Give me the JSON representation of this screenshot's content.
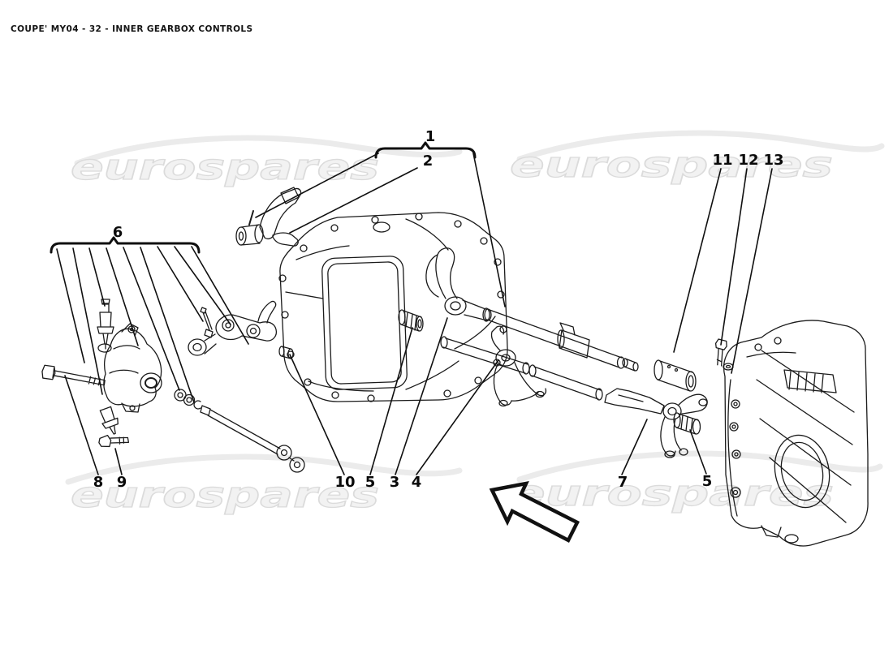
{
  "header": {
    "title": "COUPE' MY04 - 32 - INNER GEARBOX CONTROLS"
  },
  "watermark": {
    "text": "eurospares"
  },
  "callouts": {
    "c1": "1",
    "c2": "2",
    "c3": "3",
    "c4": "4",
    "c5_left": "5",
    "c5_right": "5",
    "c6": "6",
    "c7": "7",
    "c8": "8",
    "c9": "9",
    "c10": "10",
    "c11": "11",
    "c12": "12",
    "c13": "13"
  },
  "colors": {
    "background": "#ffffff",
    "line": "#1b1b1b",
    "watermark": "#ebebeb"
  }
}
